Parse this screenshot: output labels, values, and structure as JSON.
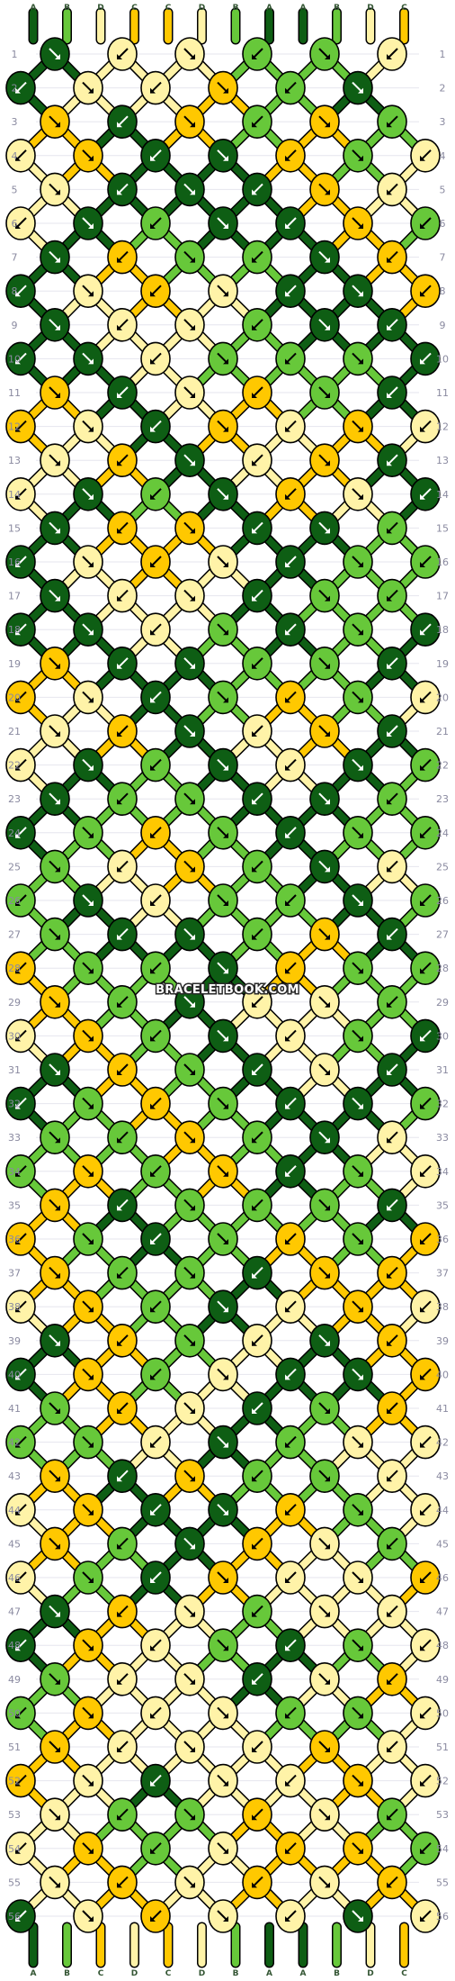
{
  "colors": {
    "A": "#0e5e14",
    "B": "#67c83a",
    "C": "#ffc800",
    "D": "#fff3a8"
  },
  "watermark": "BRACELETBOOK.COM",
  "top_strands": [
    "A",
    "B",
    "D",
    "C",
    "C",
    "D",
    "B",
    "A",
    "A",
    "B",
    "D",
    "C"
  ],
  "bottom_strands": [
    "A",
    "B",
    "C",
    "D",
    "C",
    "D",
    "B",
    "A",
    "A",
    "B",
    "D",
    "C"
  ],
  "rows": [
    [
      "A",
      "D",
      "D",
      "B",
      "B",
      "D"
    ],
    [
      "A",
      "D",
      "D",
      "C",
      "B",
      "A"
    ],
    [
      "C",
      "A",
      "C",
      "B",
      "C",
      "B"
    ],
    [
      "D",
      "C",
      "A",
      "A",
      "C",
      "B",
      "D"
    ],
    [
      "D",
      "A",
      "A",
      "A",
      "C",
      "D"
    ],
    [
      "D",
      "A",
      "B",
      "A",
      "A",
      "C",
      "B"
    ],
    [
      "A",
      "C",
      "B",
      "B",
      "A",
      "C"
    ],
    [
      "A",
      "D",
      "C",
      "D",
      "A",
      "A",
      "C"
    ],
    [
      "A",
      "D",
      "D",
      "B",
      "A",
      "A"
    ],
    [
      "A",
      "A",
      "D",
      "B",
      "B",
      "B",
      "A"
    ],
    [
      "C",
      "A",
      "D",
      "C",
      "B",
      "A"
    ],
    [
      "C",
      "D",
      "A",
      "C",
      "D",
      "C",
      "D"
    ],
    [
      "D",
      "C",
      "A",
      "D",
      "C",
      "A"
    ],
    [
      "D",
      "A",
      "B",
      "A",
      "C",
      "D",
      "A"
    ],
    [
      "A",
      "C",
      "C",
      "A",
      "A",
      "B"
    ],
    [
      "A",
      "D",
      "C",
      "D",
      "A",
      "B",
      "B"
    ],
    [
      "A",
      "D",
      "D",
      "A",
      "B",
      "B"
    ],
    [
      "A",
      "A",
      "D",
      "B",
      "A",
      "B",
      "A"
    ],
    [
      "C",
      "A",
      "A",
      "B",
      "B",
      "A"
    ],
    [
      "C",
      "D",
      "A",
      "B",
      "C",
      "B",
      "D"
    ],
    [
      "D",
      "C",
      "A",
      "D",
      "C",
      "A"
    ],
    [
      "D",
      "A",
      "B",
      "A",
      "D",
      "A",
      "B"
    ],
    [
      "A",
      "B",
      "B",
      "A",
      "A",
      "B"
    ],
    [
      "A",
      "B",
      "C",
      "B",
      "A",
      "B",
      "B"
    ],
    [
      "B",
      "D",
      "C",
      "B",
      "A",
      "D"
    ],
    [
      "B",
      "A",
      "D",
      "B",
      "B",
      "A",
      "B"
    ],
    [
      "B",
      "A",
      "A",
      "B",
      "C",
      "A"
    ],
    [
      "C",
      "B",
      "B",
      "A",
      "C",
      "B",
      "B"
    ],
    [
      "C",
      "B",
      "A",
      "D",
      "D",
      "B"
    ],
    [
      "D",
      "C",
      "B",
      "A",
      "D",
      "B",
      "A"
    ],
    [
      "A",
      "C",
      "B",
      "A",
      "D",
      "A"
    ],
    [
      "A",
      "B",
      "C",
      "B",
      "A",
      "A",
      "B"
    ],
    [
      "B",
      "B",
      "C",
      "B",
      "A",
      "D"
    ],
    [
      "B",
      "C",
      "B",
      "C",
      "A",
      "B",
      "D"
    ],
    [
      "C",
      "A",
      "B",
      "B",
      "B",
      "A"
    ],
    [
      "C",
      "B",
      "A",
      "B",
      "C",
      "B",
      "C"
    ],
    [
      "C",
      "B",
      "B",
      "A",
      "C",
      "C"
    ],
    [
      "D",
      "C",
      "B",
      "A",
      "D",
      "C",
      "D"
    ],
    [
      "A",
      "C",
      "B",
      "D",
      "A",
      "C"
    ],
    [
      "A",
      "C",
      "B",
      "D",
      "A",
      "A",
      "C"
    ],
    [
      "B",
      "C",
      "D",
      "A",
      "B",
      "C"
    ],
    [
      "B",
      "B",
      "D",
      "A",
      "B",
      "D",
      "D"
    ],
    [
      "C",
      "A",
      "C",
      "B",
      "B",
      "D"
    ],
    [
      "D",
      "C",
      "A",
      "A",
      "C",
      "B",
      "D"
    ],
    [
      "C",
      "B",
      "A",
      "C",
      "D",
      "B"
    ],
    [
      "D",
      "B",
      "A",
      "C",
      "D",
      "D",
      "C"
    ],
    [
      "A",
      "C",
      "D",
      "B",
      "D",
      "D"
    ],
    [
      "A",
      "C",
      "D",
      "B",
      "A",
      "B",
      "D"
    ],
    [
      "B",
      "D",
      "D",
      "A",
      "D",
      "C"
    ],
    [
      "B",
      "C",
      "D",
      "D",
      "B",
      "B",
      "D"
    ],
    [
      "C",
      "D",
      "D",
      "D",
      "C",
      "D"
    ],
    [
      "C",
      "D",
      "A",
      "D",
      "D",
      "C",
      "D"
    ],
    [
      "D",
      "B",
      "B",
      "C",
      "D",
      "B"
    ],
    [
      "D",
      "C",
      "B",
      "D",
      "C",
      "C",
      "B"
    ],
    [
      "D",
      "C",
      "D",
      "C",
      "D",
      "C"
    ],
    [
      "A",
      "D",
      "C",
      "D",
      "D",
      "A",
      "D"
    ]
  ]
}
